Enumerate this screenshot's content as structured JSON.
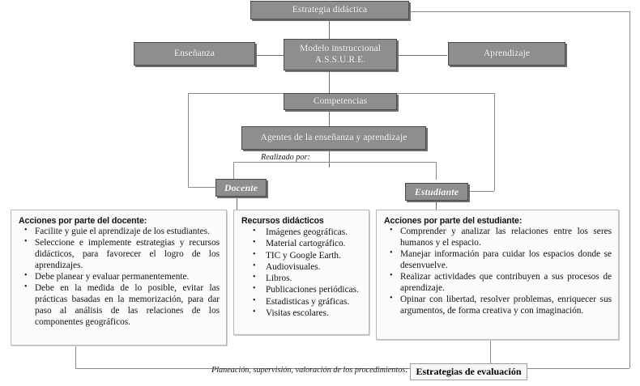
{
  "diagram": {
    "title": "Estrategia didáctica",
    "nodes": {
      "estrategia_didactica": "Estrategia didáctica",
      "modelo_line1": "Modelo instruccional",
      "modelo_line2": "A.S.S.U.R.E.",
      "ensenanza": "Enseñanza",
      "aprendizaje": "Aprendizaje",
      "competencias": "Competencias",
      "agentes": "Agentes de la enseñanza y aprendizaje",
      "docente": "Docente",
      "estudiante": "Estudiante",
      "estrategias_evaluacion": "Estrategias de evaluación"
    },
    "edge_labels": {
      "realizado_por": "Realizado por:",
      "planeacion": "Planeación, supervisión, valoración de los procedimientos:"
    },
    "panels": {
      "docente_actions": {
        "heading": "Acciones por parte del docente:",
        "items": [
          "Facilite y guie el aprendizaje de los estudiantes.",
          "Seleccione e implemente estrategias y recursos didácticos, para favorecer el logro de los aprendizajes.",
          "Debe planear y evaluar permanentemente.",
          "Debe en la medida de lo posible, evitar las prácticas basadas en la memorización, para dar paso al análisis de las relaciones de los componentes geográficos."
        ]
      },
      "recursos": {
        "heading": "Recursos didácticos",
        "items": [
          "Imágenes geográficas.",
          "Material cartográfico.",
          "TIC y Google Earth.",
          "Audiovisuales.",
          "Libros.",
          "Publicaciones periódicas.",
          "Estadisticas y gráficas.",
          "Visitas escolares."
        ]
      },
      "estudiante_actions": {
        "heading": "Acciones por parte del estudiante:",
        "items": [
          "Comprender y analizar las relaciones entre los seres humanos y el espacio.",
          "Manejar información para cuidar los espacios donde se desenvuelve.",
          "Realizar actividades que contribuyen a sus procesos de aprendizaje.",
          "Opinar con libertad, resolver problemas, enriquecer sus argumentos, de forma creativa y con imaginación."
        ]
      }
    },
    "colors": {
      "node_fill": "#8e8e8e",
      "node_border": "#4a4a4a",
      "node_text": "#ffffff",
      "panel_fill": "#fbfbfb",
      "panel_border": "#b9b9b9",
      "line": "#8a8a8a",
      "background": "#ffffff"
    }
  }
}
